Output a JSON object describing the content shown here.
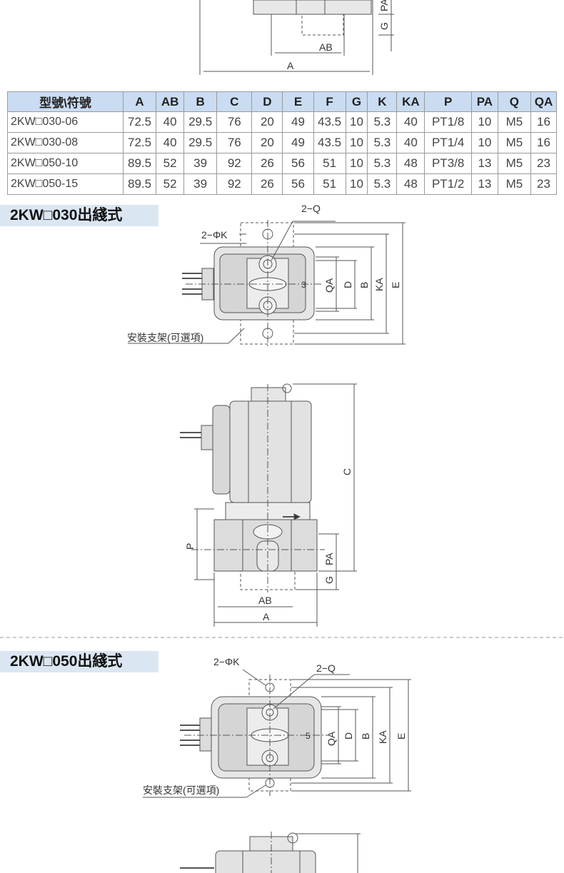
{
  "spec_table": {
    "headers": [
      "型號\\符號",
      "A",
      "AB",
      "B",
      "C",
      "D",
      "E",
      "F",
      "G",
      "K",
      "KA",
      "P",
      "PA",
      "Q",
      "QA"
    ],
    "rows": [
      [
        "2KW□030-06",
        "72.5",
        "40",
        "29.5",
        "76",
        "20",
        "49",
        "43.5",
        "10",
        "5.3",
        "40",
        "PT1/8",
        "10",
        "M5",
        "16"
      ],
      [
        "2KW□030-08",
        "72.5",
        "40",
        "29.5",
        "76",
        "20",
        "49",
        "43.5",
        "10",
        "5.3",
        "40",
        "PT1/4",
        "10",
        "M5",
        "16"
      ],
      [
        "2KW□050-10",
        "89.5",
        "52",
        "39",
        "92",
        "26",
        "56",
        "51",
        "10",
        "5.3",
        "48",
        "PT3/8",
        "13",
        "M5",
        "23"
      ],
      [
        "2KW□050-15",
        "89.5",
        "52",
        "39",
        "92",
        "26",
        "56",
        "51",
        "10",
        "5.3",
        "48",
        "PT1/2",
        "13",
        "M5",
        "23"
      ]
    ]
  },
  "sections": {
    "s030": "2KW□030出綫式",
    "s050": "2KW□050出綫式"
  },
  "labels": {
    "two_q": "2−Q",
    "two_phik": "2−ΦK",
    "bracket": "安裝支架(可選項)",
    "qa": "QA",
    "d": "D",
    "b": "B",
    "ka": "KA",
    "e": "E",
    "c": "C",
    "p": "P",
    "pa": "PA",
    "g": "G",
    "ab": "AB",
    "a": "A",
    "port3": "3",
    "port5": "5"
  }
}
